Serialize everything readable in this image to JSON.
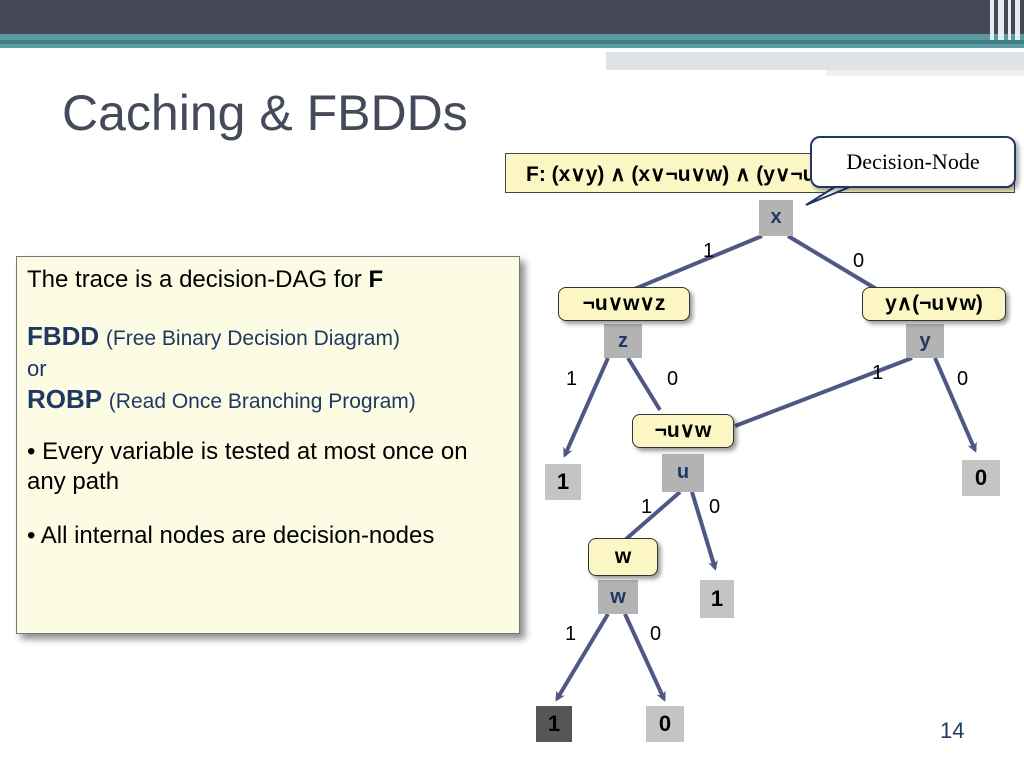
{
  "slide": {
    "title": "Caching & FBDDs",
    "page_number": "14"
  },
  "textbox": {
    "line1_prefix": "The trace is a decision-DAG for ",
    "line1_bold": "F",
    "fbdd": "FBDD",
    "fbdd_paren": "(Free Binary Decision Diagram)",
    "or": "or",
    "robp": "ROBP",
    "robp_paren": "(Read Once Branching Program)",
    "bullet1": "• Every variable is tested at most once on any path",
    "bullet2": "• All internal nodes are decision-nodes"
  },
  "formula": {
    "text": "F: (x∨y) ∧ (x∨¬u∨w) ∧ (y∨¬u∨w∨z)"
  },
  "callout": {
    "text": "Decision-Node"
  },
  "nodes": {
    "x": "x",
    "z": "z",
    "y": "y",
    "u": "u",
    "w": "w"
  },
  "expressions": {
    "e1": "¬u∨w∨z",
    "e2": "y∧(¬u∨w)",
    "e3": "¬u∨w",
    "e4": "w"
  },
  "leaves": {
    "z1": "1",
    "y0": "0",
    "u0": "1",
    "w1": "1",
    "w0": "0"
  },
  "edges": {
    "x1": "1",
    "x0": "0",
    "z1": "1",
    "z0": "0",
    "y1": "1",
    "y0": "0",
    "u1": "1",
    "u0": "0",
    "w1": "1",
    "w0": "0"
  },
  "colors": {
    "edge": "#4f5785",
    "formula_bg": "#fbf6c3",
    "textbox_bg": "#fcfbe3",
    "accent": "#1f3864"
  }
}
